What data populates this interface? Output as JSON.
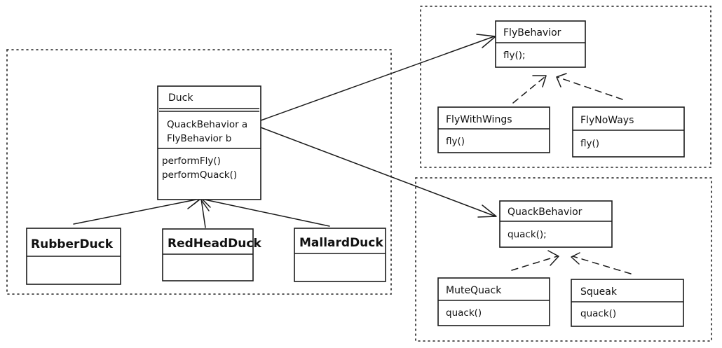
{
  "classes": {
    "duck": {
      "name": "Duck",
      "fields": [
        "QuackBehavior a",
        "FlyBehavior b"
      ],
      "methods": [
        "performFly()",
        "performQuack()"
      ]
    },
    "rubber_duck": {
      "name": "RubberDuck"
    },
    "redhead_duck": {
      "name": "RedHeadDuck"
    },
    "mallard_duck": {
      "name": "MallardDuck"
    },
    "fly_behavior": {
      "name": "FlyBehavior",
      "methods": [
        "fly();"
      ]
    },
    "fly_with_wings": {
      "name": "FlyWithWings",
      "methods": [
        "fly()"
      ]
    },
    "fly_no_ways": {
      "name": "FlyNoWays",
      "methods": [
        "fly()"
      ]
    },
    "quack_behavior": {
      "name": "QuackBehavior",
      "methods": [
        "quack();"
      ]
    },
    "mute_quack": {
      "name": "MuteQuack",
      "methods": [
        "quack()"
      ]
    },
    "squeak": {
      "name": "Squeak",
      "methods": [
        "quack()"
      ]
    }
  },
  "colors": {
    "ink": "#1a1a1a",
    "background": "#ffffff"
  }
}
